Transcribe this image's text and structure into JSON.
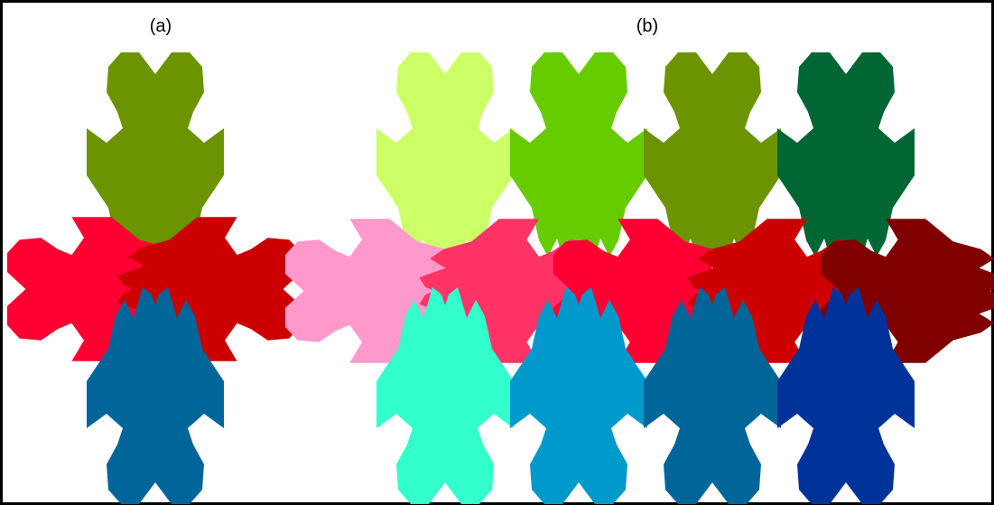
{
  "labels": {
    "a": "(a)",
    "b": "(b)"
  },
  "panel_a": {
    "tiles": [
      {
        "shape": "up",
        "color": "#6b9400"
      },
      {
        "shape": "left",
        "color": "#ff0033"
      },
      {
        "shape": "right",
        "color": "#cc0000"
      },
      {
        "shape": "down",
        "color": "#006699"
      }
    ]
  },
  "panel_b": {
    "up_colors": [
      "#ccff66",
      "#66cc00",
      "#6b9400",
      "#006633"
    ],
    "mid_colors": [
      "#ff99cc",
      "#ff3366",
      "#ff0033",
      "#cc0000",
      "#800000"
    ],
    "down_colors": [
      "#33ffcc",
      "#0099cc",
      "#006699",
      "#003399"
    ]
  }
}
